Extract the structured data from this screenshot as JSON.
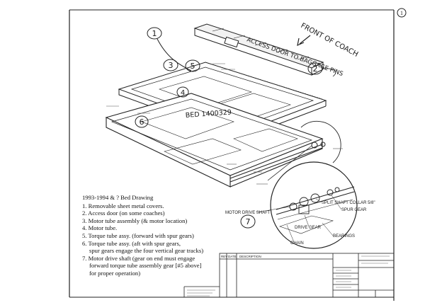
{
  "page_number": "1",
  "handwritten": {
    "front_note": "FRONT OF COACH",
    "access_note": "ACCESS DOOR TO BAGGAGE PINS",
    "bed_number": "BED 1400329",
    "callouts": [
      "1",
      "2",
      "3",
      "4",
      "5",
      "6",
      "7"
    ]
  },
  "part_labels": {
    "motor_drive_shaft": "MOTOR DRIVE SHAFT",
    "split_shaft_collar": "SPLIT SHAFT COLLAR 5/8\"",
    "spur_gear": "SPUR GEAR",
    "drive_gear": "DRIVE GEAR",
    "bearings": "BEARINGS",
    "chain": "CHAIN"
  },
  "legend": {
    "title": "1993-1994 & ? Bed Drawing",
    "items": [
      {
        "num": "1.",
        "text": "Removable sheet metal covers."
      },
      {
        "num": "2.",
        "text": "Access door (on some coaches)"
      },
      {
        "num": "3.",
        "text": "Motor tube assembly (& motor location)"
      },
      {
        "num": "4.",
        "text": "Motor tube."
      },
      {
        "num": "5.",
        "text": "Torque tube assy. (forward with spur gears)"
      },
      {
        "num": "6.",
        "text": "Torque tube assy. (aft with spur gears,",
        "cont": "spur gears engage the four vertical gear tracks)"
      },
      {
        "num": "7.",
        "text": "Motor drive shaft (gear on end must engage",
        "cont": "forward torque tube assembly gear [#5 above]",
        "cont2": "for proper operation)"
      }
    ]
  },
  "title_block": {
    "rev_headers": [
      "REV",
      "DATE",
      "DESCRIPTION"
    ]
  }
}
